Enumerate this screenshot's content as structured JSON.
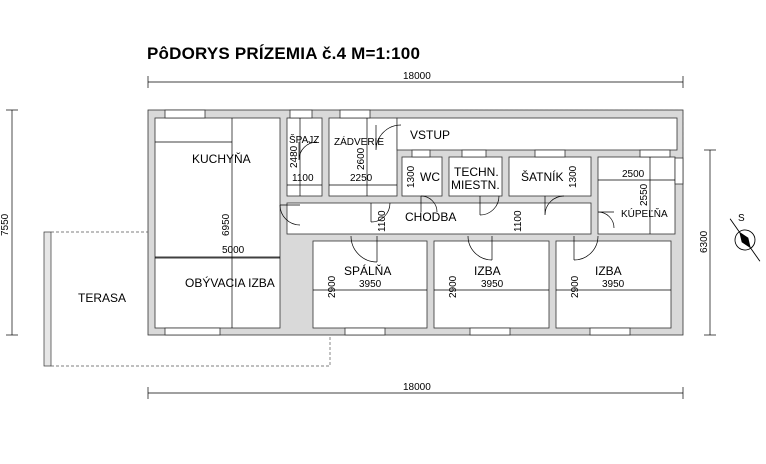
{
  "title": "PôDORYS PRÍZEMIA č.4  M=1:100",
  "rooms": {
    "kuchyna": "KUCHYŇA",
    "spajz": "ŠPAJZ",
    "zadverie": "ZÁDVERIE",
    "vstup": "VSTUP",
    "wc": "WC",
    "techn_1": "TECHN.",
    "techn_2": "MIESTN.",
    "satnik": "ŠATNÍK",
    "kupelna": "KÚPEĽŇA",
    "chodba": "CHODBA",
    "obyvacia": "OBÝVACIA IZBA",
    "spalna": "SPÁLŇA",
    "izba1": "IZBA",
    "izba2": "IZBA",
    "terasa": "TERASA"
  },
  "dims": {
    "top_total": "18000",
    "bottom_total": "18000",
    "left_total": "7550",
    "right_total": "6300",
    "kitchen_v": "6950",
    "kitchen_h": "5000",
    "spajz_v": "2480",
    "spajz_h": "1100",
    "zadverie_v": "2600",
    "zadverie_h": "2250",
    "wc_v": "1300",
    "satnik_v": "1300",
    "kupelna_h": "2500",
    "kupelna_v": "2550",
    "chodba_v1": "1100",
    "chodba_v2": "1100",
    "spalna_v": "2900",
    "spalna_h": "3950",
    "izba1_v": "2900",
    "izba1_h": "3950",
    "izba2_v": "2900",
    "izba2_h": "3950"
  },
  "compass": {
    "label": "S"
  },
  "colors": {
    "wall_fill": "#d9d9d9",
    "line": "#000000"
  }
}
